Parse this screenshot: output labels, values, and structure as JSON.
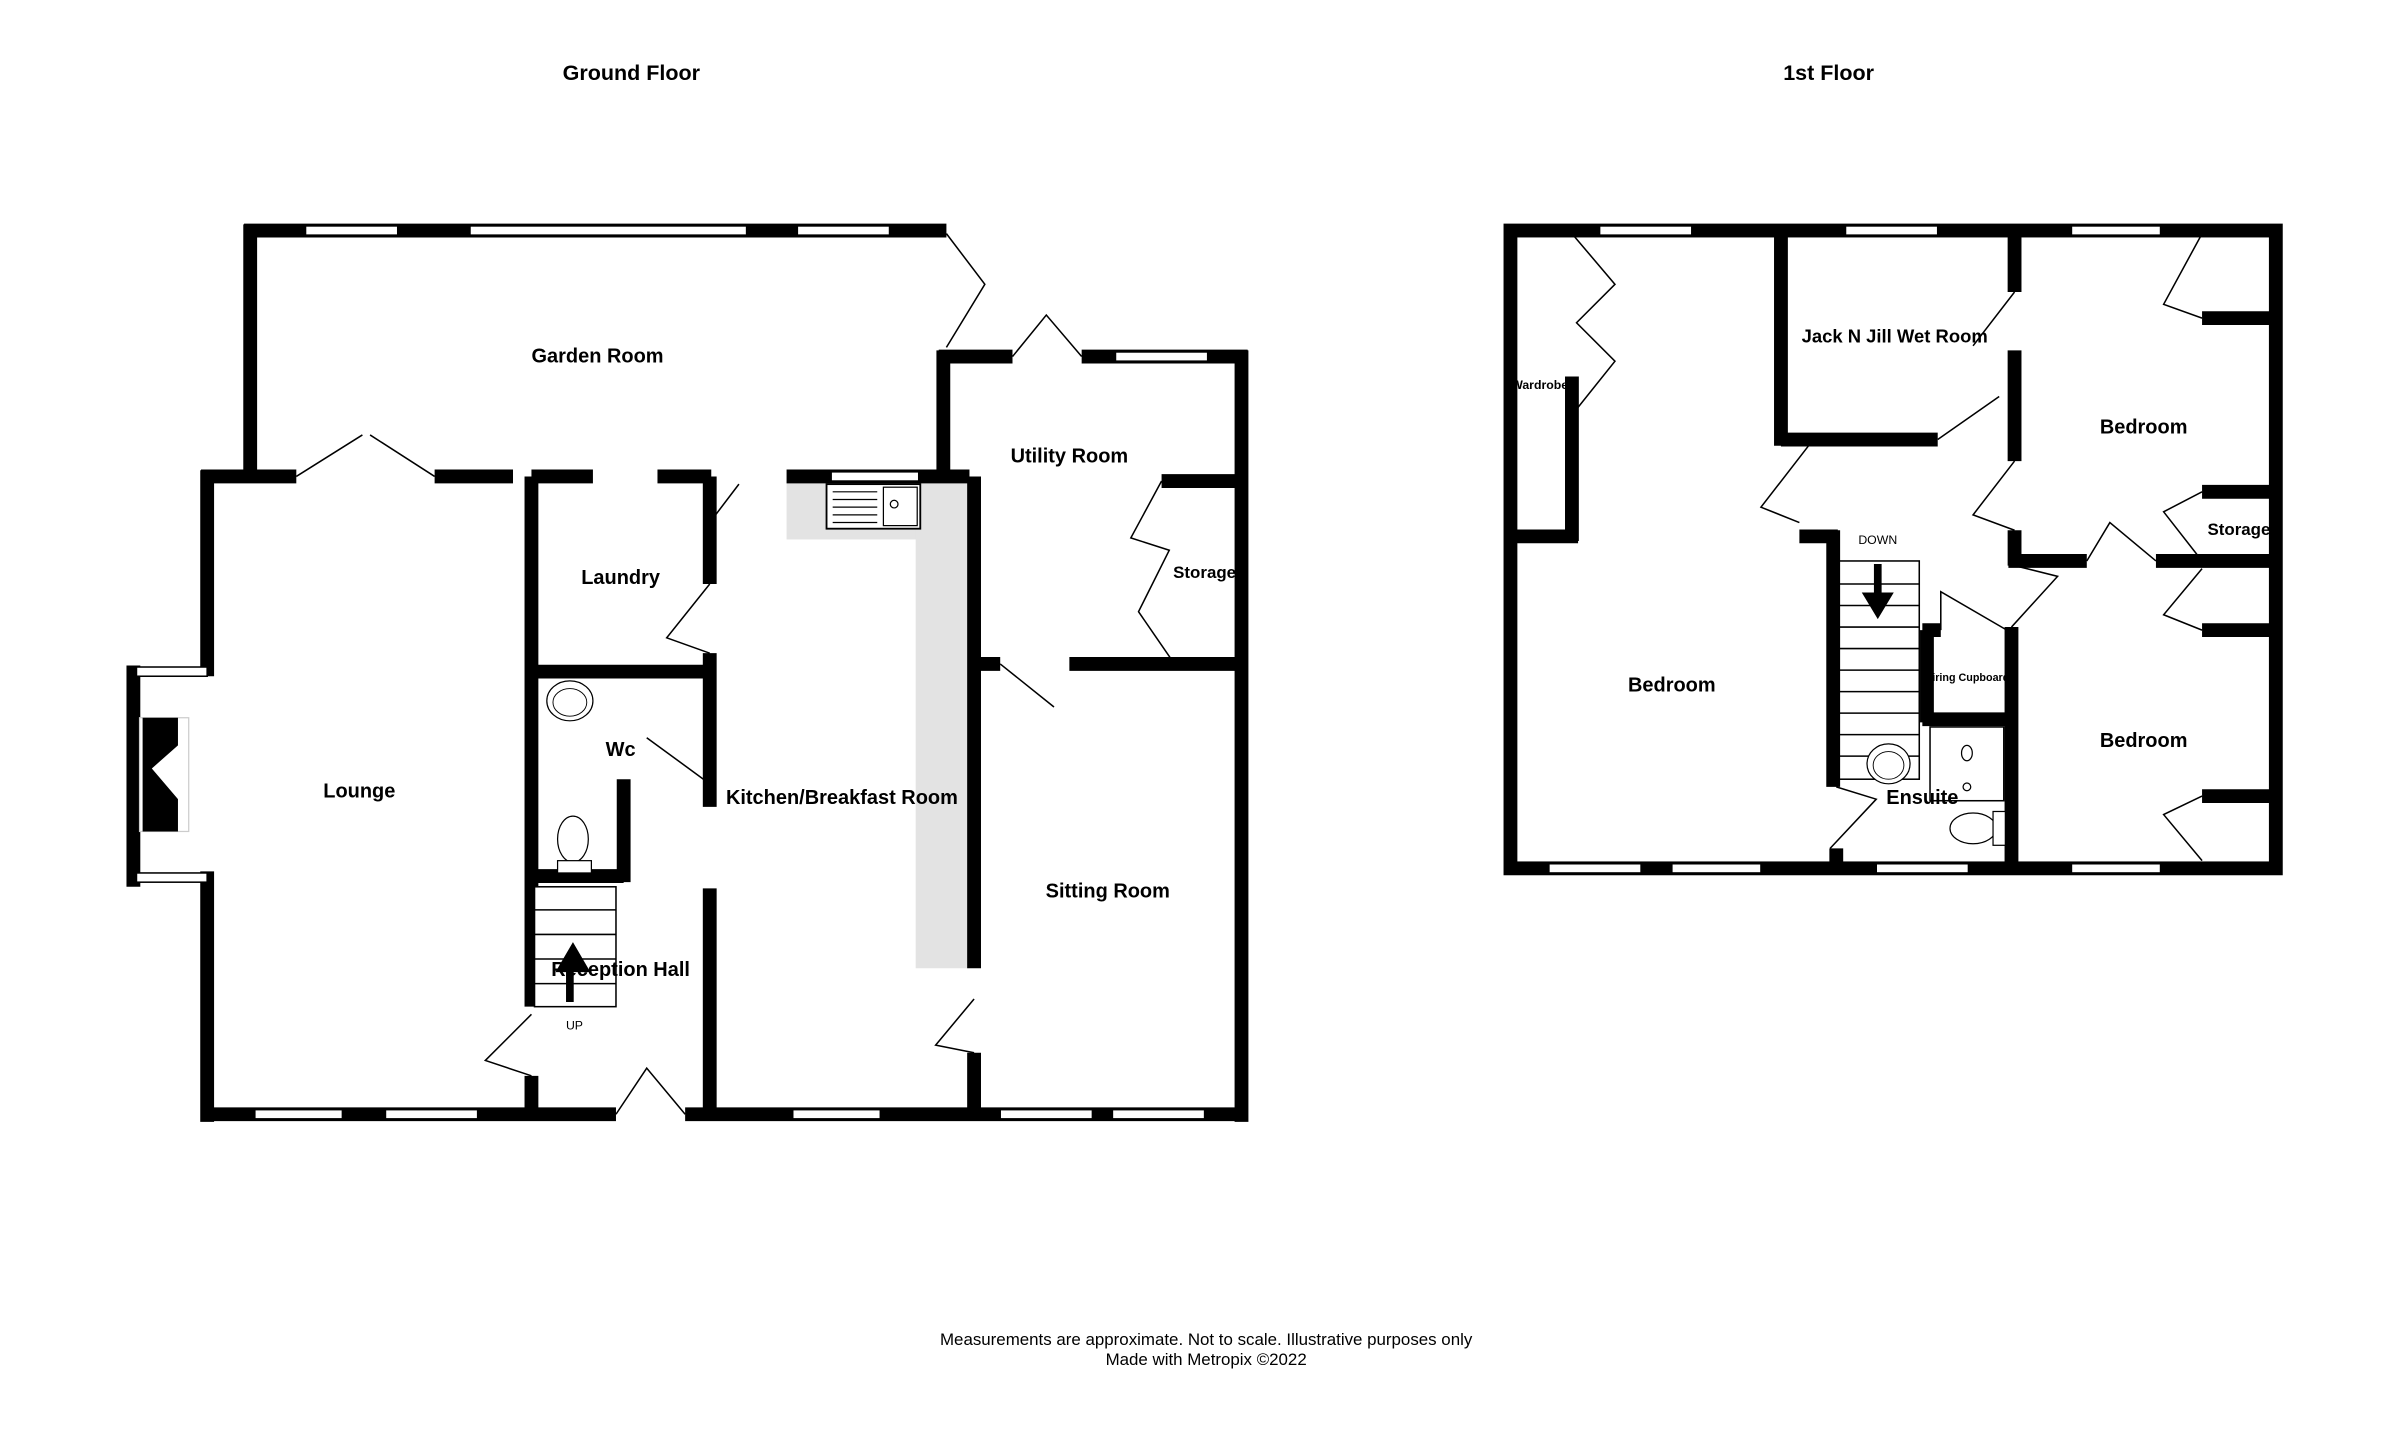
{
  "titles": {
    "ground": "Ground Floor",
    "first": "1st Floor"
  },
  "ground_rooms": {
    "garden_room": "Garden Room",
    "utility_room": "Utility Room",
    "laundry": "Laundry",
    "storage": "Storage",
    "lounge": "Lounge",
    "wc": "Wc",
    "kitchen": "Kitchen/Breakfast Room",
    "sitting_room": "Sitting Room",
    "reception_hall": "Reception Hall",
    "stairs_up": "UP"
  },
  "first_rooms": {
    "wardrobe": "Wardrobe",
    "jack_n_jill": "Jack N Jill Wet Room",
    "bedroom_right_top": "Bedroom",
    "stairs_down": "DOWN",
    "storage": "Storage",
    "bedroom_main": "Bedroom",
    "airing_cupboard": "Airing Cupboard",
    "bedroom_right_bottom": "Bedroom",
    "ensuite": "Ensuite"
  },
  "footer": {
    "disclaimer": "Measurements are approximate.  Not to scale.  Illustrative purposes only",
    "credit": "Made with Metropix ©2022"
  }
}
